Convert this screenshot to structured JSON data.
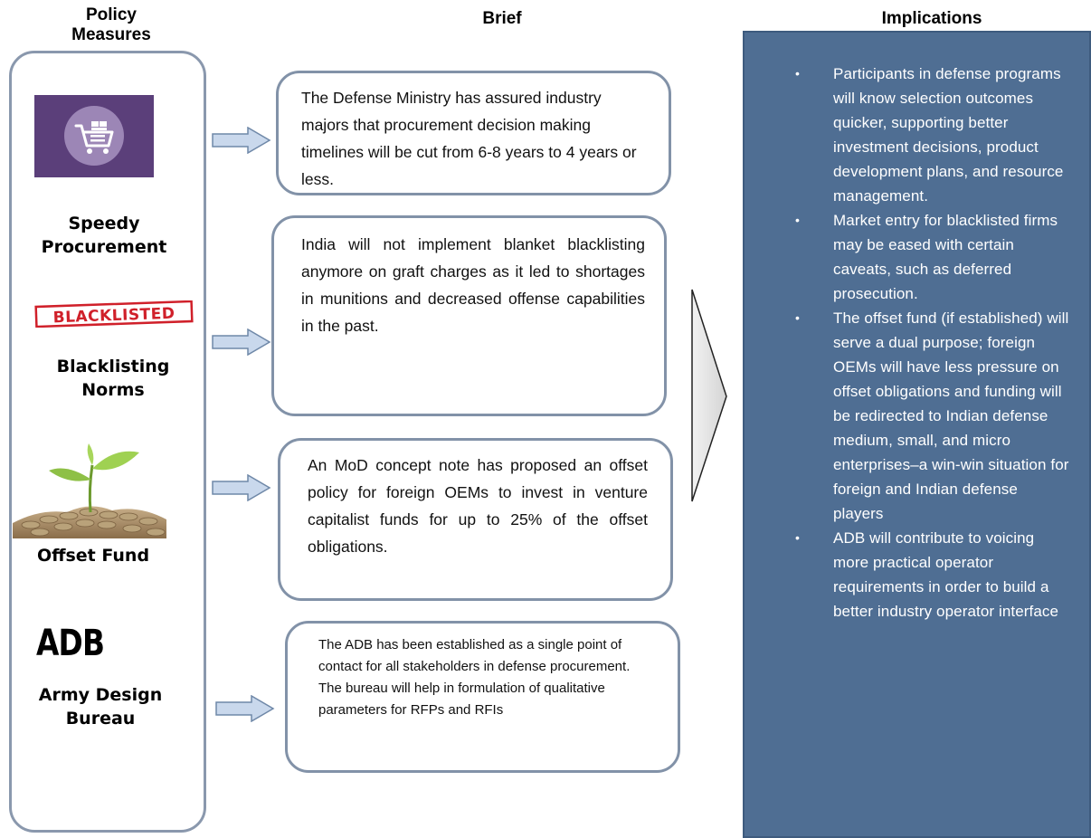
{
  "headers": {
    "policy_measures": "Policy\nMeasures",
    "brief": "Brief",
    "implications": "Implications"
  },
  "measures": [
    {
      "label": "Speedy Procurement",
      "icon": "shopping-cart-icon",
      "icon_bg": "#5b3f7a"
    },
    {
      "label": "Blacklisting Norms",
      "stamp": "BLACKLISTED",
      "stamp_color": "#d0202a"
    },
    {
      "label": "Offset Fund",
      "icon": "seedling-on-coins-icon"
    },
    {
      "label": "Army Design Bureau",
      "logo": "ADB"
    }
  ],
  "briefs": [
    "The Defense Ministry has assured industry majors that procurement decision making timelines will be cut from 6-8 years to 4 years or less.",
    "India will not implement blanket blacklisting anymore on graft charges as it led to shortages in munitions and decreased offense capabilities in the past.",
    "An MoD concept note has proposed an offset policy for foreign OEMs to invest in venture capitalist funds for up to 25% of the offset obligations.",
    "The ADB has been established as a single point of contact for all stakeholders in defense procurement. The bureau will help in formulation of qualitative parameters for RFPs and RFIs"
  ],
  "implications": [
    "Participants in defense programs will know selection outcomes quicker, supporting better investment decisions, product development plans, and resource management.",
    "Market entry for blacklisted firms may be eased with certain caveats, such as deferred prosecution.",
    "The offset fund (if established) will serve a dual purpose; foreign OEMs will have less pressure on offset obligations and funding will be redirected to Indian defense medium, small, and micro enterprises–a win-win situation for foreign and Indian defense players",
    "ADB will contribute to voicing more practical operator requirements in order to build a better industry operator interface"
  ],
  "colors": {
    "implications_bg": "#4f6e93",
    "arrow_fill": "#c9d8ec",
    "arrow_stroke": "#6f88a8",
    "panel_border": "#8a98ad"
  }
}
